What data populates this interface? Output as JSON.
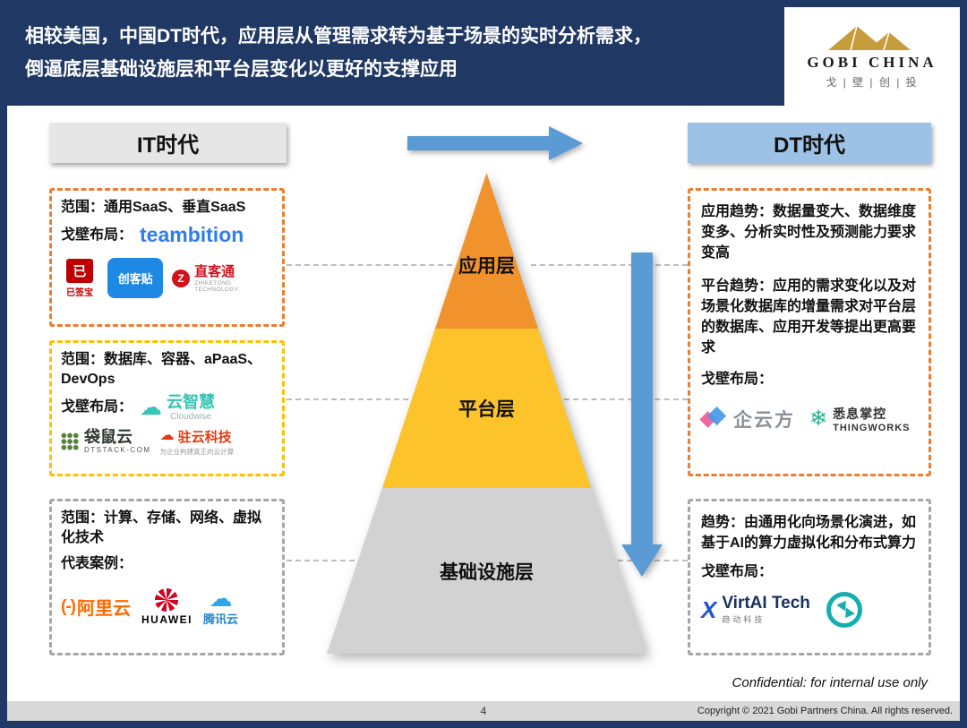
{
  "header": {
    "title_line1": "相较美国，中国DT时代，应用层从管理需求转为基于场景的实时分析需求，",
    "title_line2": "倒逼底层基础设施层和平台层变化以更好的支撑应用"
  },
  "brand": {
    "name": "GOBI CHINA",
    "cn": "戈 | 壁 | 创 | 投"
  },
  "era": {
    "left": "IT时代",
    "right": "DT时代"
  },
  "pyramid": {
    "layers": [
      {
        "label": "应用层",
        "color": "#F0932C"
      },
      {
        "label": "平台层",
        "color": "#FDC32B"
      },
      {
        "label": "基础设施层",
        "color": "#D2D2D2"
      }
    ]
  },
  "left_boxes": [
    {
      "scope": "范围：通用SaaS、垂直SaaS",
      "label": "戈壁布局："
    },
    {
      "scope": "范围：数据库、容器、aPaaS、DevOps",
      "label": "戈壁布局："
    },
    {
      "scope": "范围：计算、存储、网络、虚拟化技术",
      "label": "代表案例："
    }
  ],
  "right_boxes": [
    {
      "p1": "应用趋势：数据量变大、数据维度变多、分析实时性及预测能力要求变高",
      "p2": "平台趋势：应用的需求变化以及对场景化数据库的增量需求对平台层的数据库、应用开发等提出更高要求",
      "label": "戈壁布局："
    },
    {
      "p1": "趋势：由通用化向场景化演进，如基于AI的算力虚拟化和分布式算力",
      "label": "戈壁布局："
    }
  ],
  "logos": {
    "teambition": {
      "text": "teambition"
    },
    "esign": {
      "glyph": "已",
      "text": "已签宝"
    },
    "chuangkit": {
      "text": "创客贴"
    },
    "zhiketong": {
      "glyph": "Z",
      "text": "直客通",
      "sub": "ZHIKETONG TECHNOLOGY"
    },
    "cloudwise": {
      "glyph": "☁",
      "text": "云智慧",
      "sub": "Cloudwise"
    },
    "dtstack": {
      "text": "袋鼠云",
      "sub": "DTSTACK-COM"
    },
    "zhuyun": {
      "glyph": "☁",
      "text": "驻云科技",
      "sub": "为企业构建真正的云计算"
    },
    "aliyun": {
      "glyph": "(-)",
      "text": "阿里云"
    },
    "huawei": {
      "text": "HUAWEI"
    },
    "tencent": {
      "glyph": "☁",
      "text": "腾讯云"
    },
    "qiyunfang": {
      "text": "企云方"
    },
    "thingworks": {
      "glyph": "❄",
      "text": "悉息掌控",
      "sub": "THINGWORKS"
    },
    "virtai": {
      "glyph": "X",
      "text": "VirtAI Tech",
      "sub": "趋动科技"
    }
  },
  "footer": {
    "confidential": "Confidential: for internal use only",
    "page": "4",
    "copyright": "Copyright © 2021 Gobi Partners China.  All rights reserved."
  },
  "colors": {
    "header_bg": "#203864",
    "arrow_blue": "#5B9BD5",
    "era_it_bg": "#E7E6E6",
    "era_dt_bg": "#9CC2E5",
    "box_orange": "#ED7D31",
    "box_yellow": "#FFC000",
    "box_gray": "#A6A6A6"
  }
}
